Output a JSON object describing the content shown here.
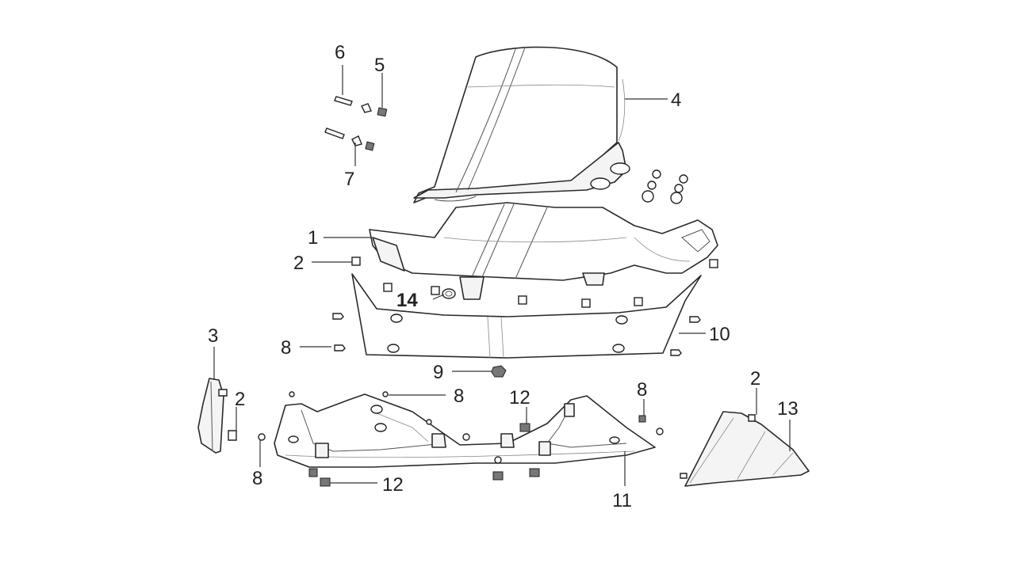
{
  "diagram": {
    "callouts": [
      {
        "id": "c-6",
        "label": "6"
      },
      {
        "id": "c-5",
        "label": "5"
      },
      {
        "id": "c-7",
        "label": "7"
      },
      {
        "id": "c-4",
        "label": "4"
      },
      {
        "id": "c-1",
        "label": "1"
      },
      {
        "id": "c-2a",
        "label": "2"
      },
      {
        "id": "c-14",
        "label": "14"
      },
      {
        "id": "c-10",
        "label": "10"
      },
      {
        "id": "c-3",
        "label": "3"
      },
      {
        "id": "c-8a",
        "label": "8"
      },
      {
        "id": "c-9",
        "label": "9"
      },
      {
        "id": "c-8b",
        "label": "8"
      },
      {
        "id": "c-12a",
        "label": "12"
      },
      {
        "id": "c-8c",
        "label": "8"
      },
      {
        "id": "c-2b",
        "label": "2"
      },
      {
        "id": "c-2c",
        "label": "2"
      },
      {
        "id": "c-13",
        "label": "13"
      },
      {
        "id": "c-8d",
        "label": "8"
      },
      {
        "id": "c-12b",
        "label": "12"
      },
      {
        "id": "c-11",
        "label": "11"
      }
    ]
  }
}
